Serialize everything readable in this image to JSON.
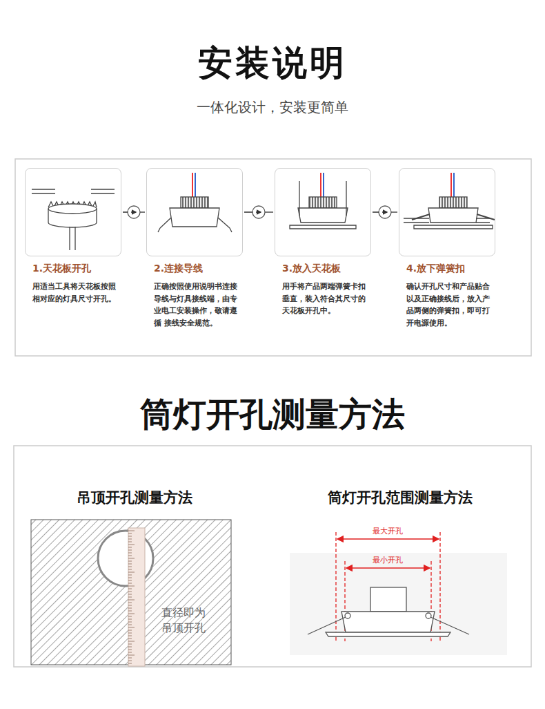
{
  "diagram": {
    "title": "安装说明",
    "nodes": [
      {
        "text": [
          "1.天花板开孔",
          "用适当工具将天花板按照相对应的灯具尺寸开孔。"
        ]
      },
      {
        "text": [
          "2.连接导线",
          "正确按照使用说明书连接导线与灯具接线端，由专业电工安装操作，敬请遵循 接线安全规范。"
        ]
      },
      {
        "text": [
          "3.放入天花板",
          "用手将产品两端弹簧卡扣垂直，装入符合其尺寸的天花板开孔中。"
        ]
      },
      {
        "text": [
          "4.放下弹簧扣",
          "确认开孔尺寸和产品贴合以及正确接线后，放入产品两侧的弹簧扣，即可打开电源使用。"
        ]
      }
    ],
    "edges": [
      {
        "from": 0,
        "to": 1,
        "arrow": "to"
      },
      {
        "from": 1,
        "to": 2,
        "arrow": "to"
      },
      {
        "from": 2,
        "to": 3,
        "arrow": "to"
      }
    ],
    "labels": [
      "一体化设计，安装更简单",
      "筒灯开孔测量方法",
      "吊顶开孔测量方法",
      "筒灯开孔范围测量方法",
      "直径即为吊顶开孔",
      "最大开孔",
      "最小开孔"
    ]
  }
}
